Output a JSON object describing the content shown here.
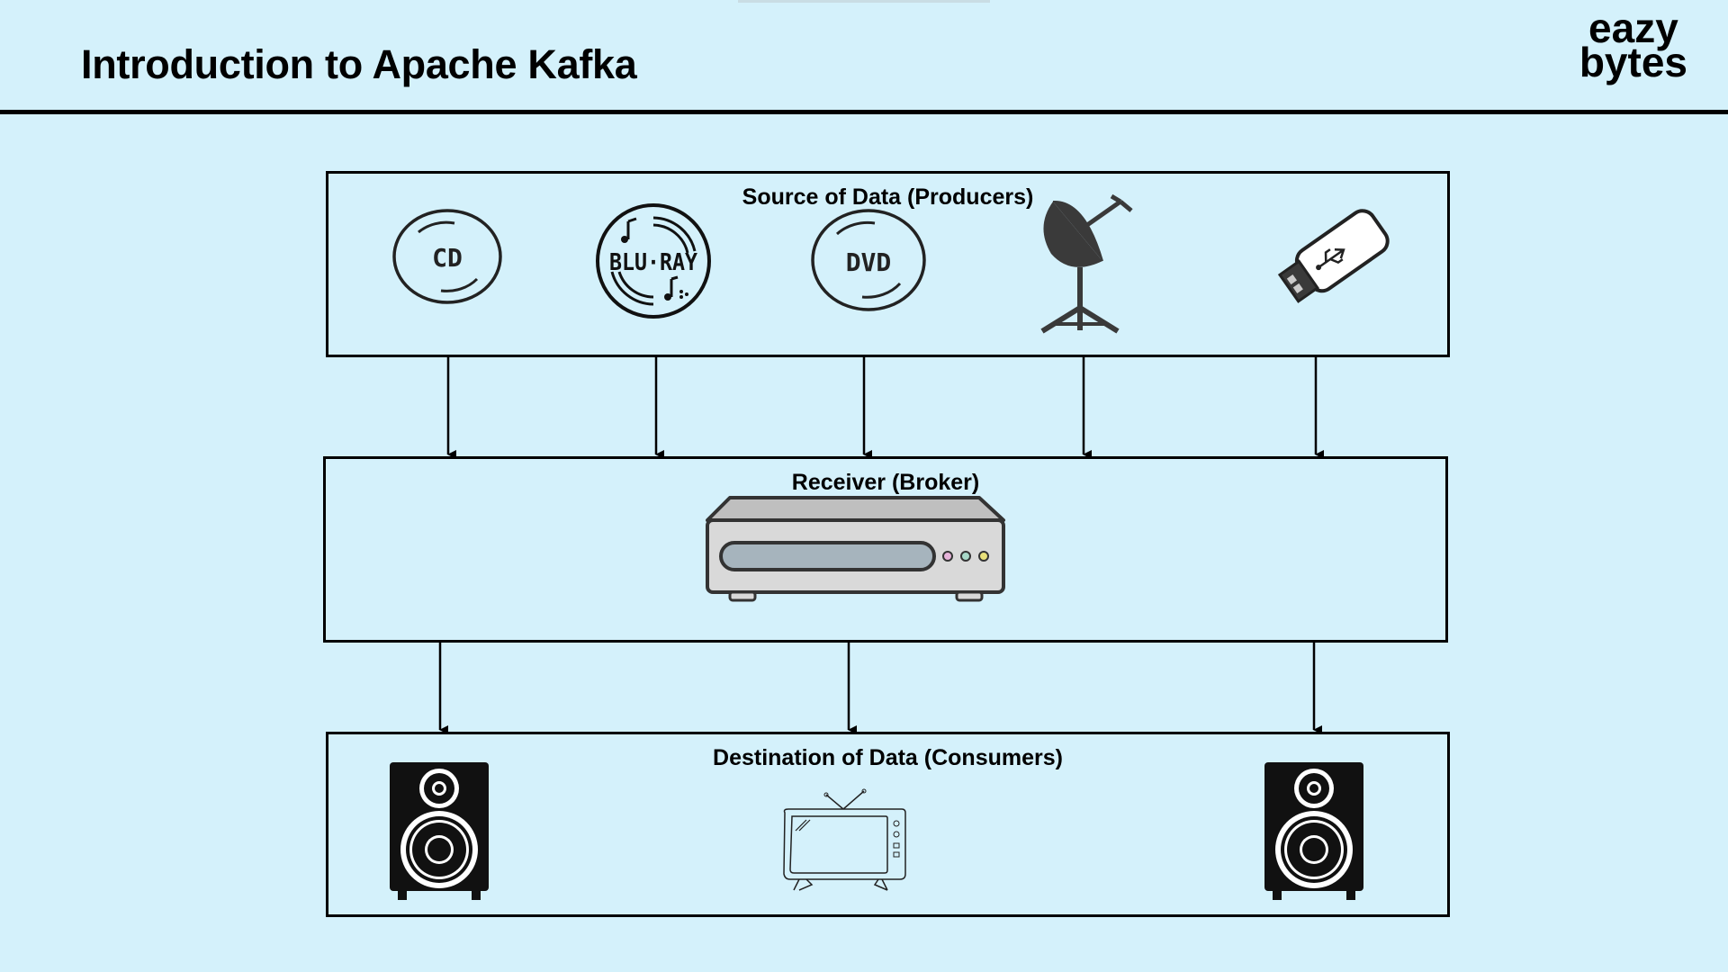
{
  "slide": {
    "title": "Introduction to Apache Kafka"
  },
  "logo": {
    "line1": "eazy",
    "line2": "bytes"
  },
  "producers": {
    "label": "Source of Data (Producers)",
    "icons": [
      {
        "name": "cd-icon",
        "text": "CD"
      },
      {
        "name": "bluray-icon",
        "text": "BLU·RAY"
      },
      {
        "name": "dvd-icon",
        "text": "DVD"
      },
      {
        "name": "satellite-dish-icon"
      },
      {
        "name": "usb-drive-icon"
      }
    ]
  },
  "broker": {
    "label": "Receiver (Broker)",
    "icon": "dvd-player-icon"
  },
  "consumers": {
    "label": "Destination of Data (Consumers)",
    "icons": [
      {
        "name": "speaker-icon"
      },
      {
        "name": "tv-icon"
      },
      {
        "name": "speaker-icon"
      }
    ]
  },
  "colors": {
    "background": "#d4f1fb",
    "stroke": "#000000",
    "device_gray": "#d9d9d9",
    "device_dark": "#3a3a3a"
  }
}
